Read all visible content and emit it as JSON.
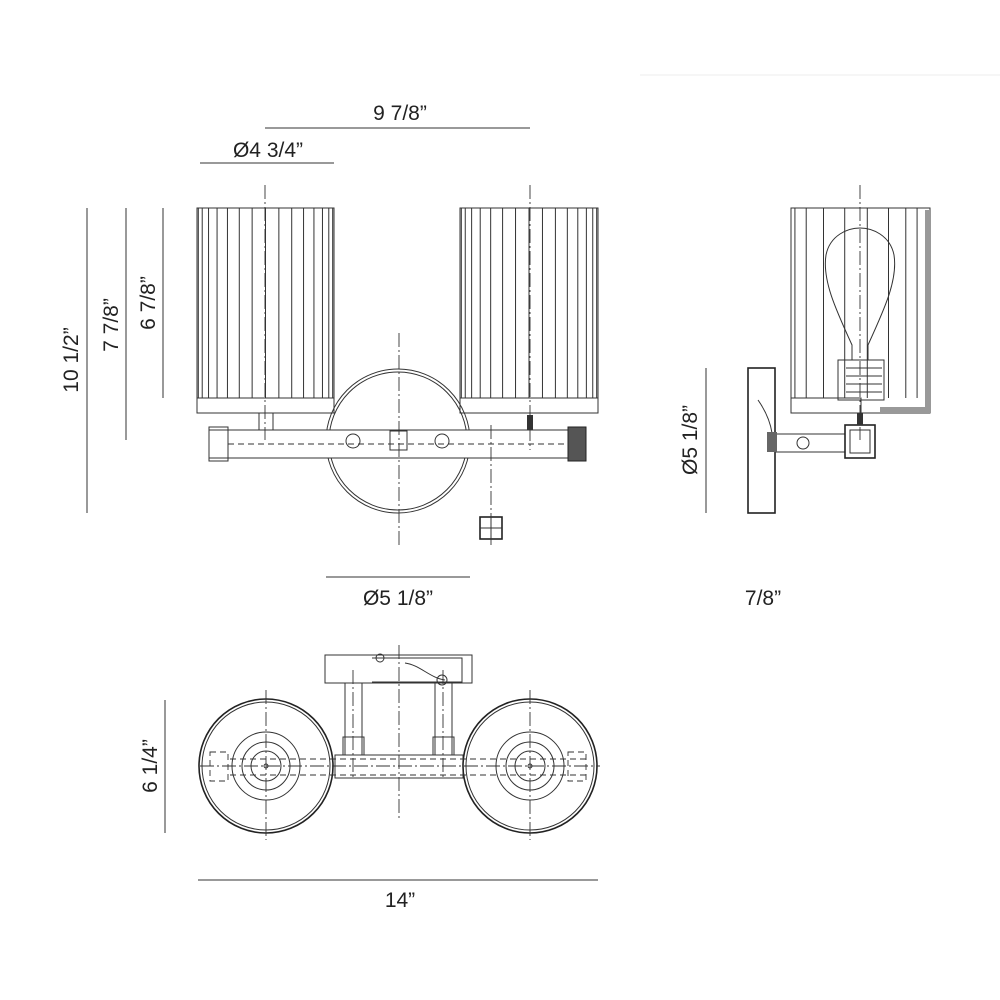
{
  "dimensions": {
    "center_spacing": "9 7/8”",
    "shade_diameter": "Ø4 3/4”",
    "overall_height": "10 1/2”",
    "height_to_arm": "7 7/8”",
    "shade_height": "6 7/8”",
    "backplate_diameter_front": "Ø5 1/8”",
    "backplate_diameter_side": "Ø5 1/8”",
    "backplate_depth": "7/8”",
    "extension": "6 1/4”",
    "overall_width": "14”"
  }
}
